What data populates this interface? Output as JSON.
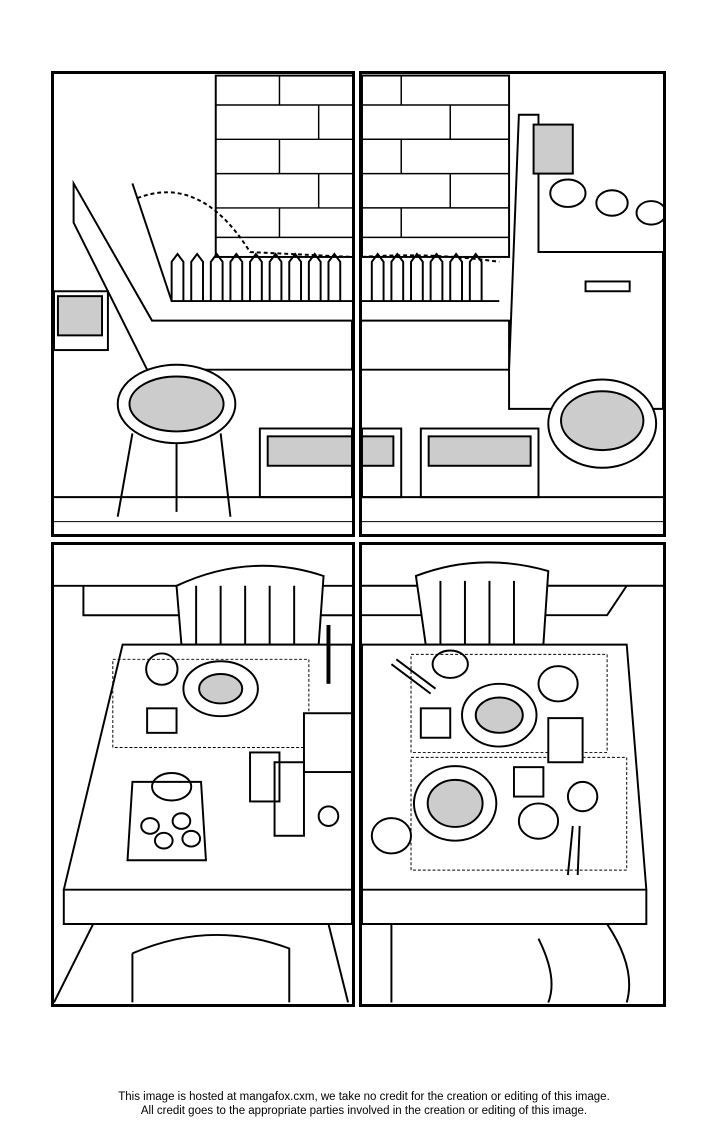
{
  "page": {
    "panels": [
      {
        "name": "courtyard-left"
      },
      {
        "name": "courtyard-right"
      },
      {
        "name": "dining-table-left"
      },
      {
        "name": "dining-table-right"
      }
    ]
  },
  "footer": {
    "line1": "This image is hosted at mangafox.cxm, we take no credit for the creation or editing of this image.",
    "line2": "All credit goes to the appropriate parties involved in the creation or editing of this image."
  }
}
